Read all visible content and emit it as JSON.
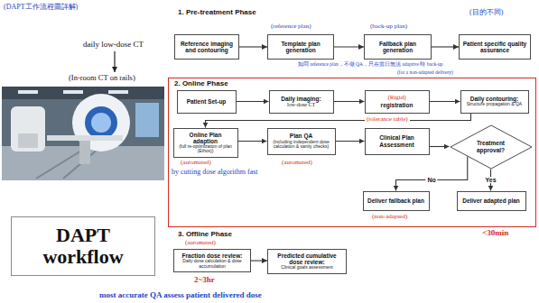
{
  "diagram": {
    "nodes": [
      {
        "text": [
          "Reference imaging and contouring"
        ]
      },
      {
        "text": [
          "Template plan generation"
        ]
      },
      {
        "text": [
          "Fallback plan generation"
        ]
      },
      {
        "text": [
          "Patient specific quality assurance"
        ]
      },
      {
        "text": [
          "2. Online Phase"
        ]
      },
      {
        "text": [
          "Patient Set-up"
        ],
        "in": 4
      },
      {
        "text": [
          "Daily imaging:",
          "low-dose CT"
        ],
        "in": 4
      },
      {
        "text": [
          "(Rigid)",
          "registration"
        ],
        "in": 4
      },
      {
        "text": [
          "Daily contouring:",
          "Structure propagation & QA"
        ],
        "in": 4
      },
      {
        "text": [
          "Online Plan adaption",
          "(full re-optimization of plan (Ethos))"
        ],
        "in": 4
      },
      {
        "text": [
          "Plan QA",
          "(including independent dose calculation & sanity checks)"
        ],
        "in": 4
      },
      {
        "text": [
          "Clinical Plan Assessment"
        ],
        "in": 4
      },
      {
        "text": [
          "Treatment approval?"
        ],
        "in": 4
      },
      {
        "text": [
          "Deliver fallback plan"
        ],
        "in": 4
      },
      {
        "text": [
          "Deliver adapted plan"
        ],
        "in": 4
      },
      {
        "text": [
          "DAPT workflow"
        ]
      },
      {
        "text": [
          "Fraction dose review:",
          "Daily dose calculation & dose accumulation"
        ]
      },
      {
        "text": [
          "Predicted cumulative dose review:",
          "Clinical goals assessment"
        ]
      }
    ],
    "edges": [
      {
        "from": 0,
        "to": 1,
        "arrow": "to"
      },
      {
        "from": 1,
        "to": 2,
        "arrow": "to"
      },
      {
        "from": 2,
        "to": 3,
        "arrow": "to"
      },
      {
        "from": 5,
        "to": 6,
        "arrow": "to"
      },
      {
        "from": 6,
        "to": 7,
        "arrow": "to"
      },
      {
        "from": 7,
        "to": 8,
        "arrow": "to"
      },
      {
        "from": 8,
        "to": 9,
        "arrow": "to"
      },
      {
        "from": 9,
        "to": 10,
        "arrow": "to"
      },
      {
        "from": 10,
        "to": 11,
        "arrow": "to"
      },
      {
        "from": 11,
        "to": 12,
        "arrow": "to"
      },
      {
        "from": 12,
        "to": 13,
        "label": "No",
        "arrow": "to"
      },
      {
        "from": 12,
        "to": 14,
        "label": "Yes",
        "arrow": "to"
      },
      {
        "from": 16,
        "to": 17,
        "arrow": "to"
      }
    ],
    "labels": [
      "(DAPT工作流程圖詳解)",
      "daily low-dose CT",
      "(In-room CT on rails)",
      "1. Pre-treatment Phase",
      "(目的不同)",
      "(reference plan)",
      "(back-up plan)",
      "如同 reference plan，不做 QA，只在當日無法 adaptive 時 back-up",
      "(for a non-adapted delivery)",
      "(tolerance table)",
      "(automated)",
      "(automated)",
      "by cutting dose algorithm fast",
      "(non-adapted)",
      "<30min",
      "3. Offline Phase",
      "(automated)",
      "2~3hr",
      "most accurate QA assess patient delivered dose"
    ]
  }
}
